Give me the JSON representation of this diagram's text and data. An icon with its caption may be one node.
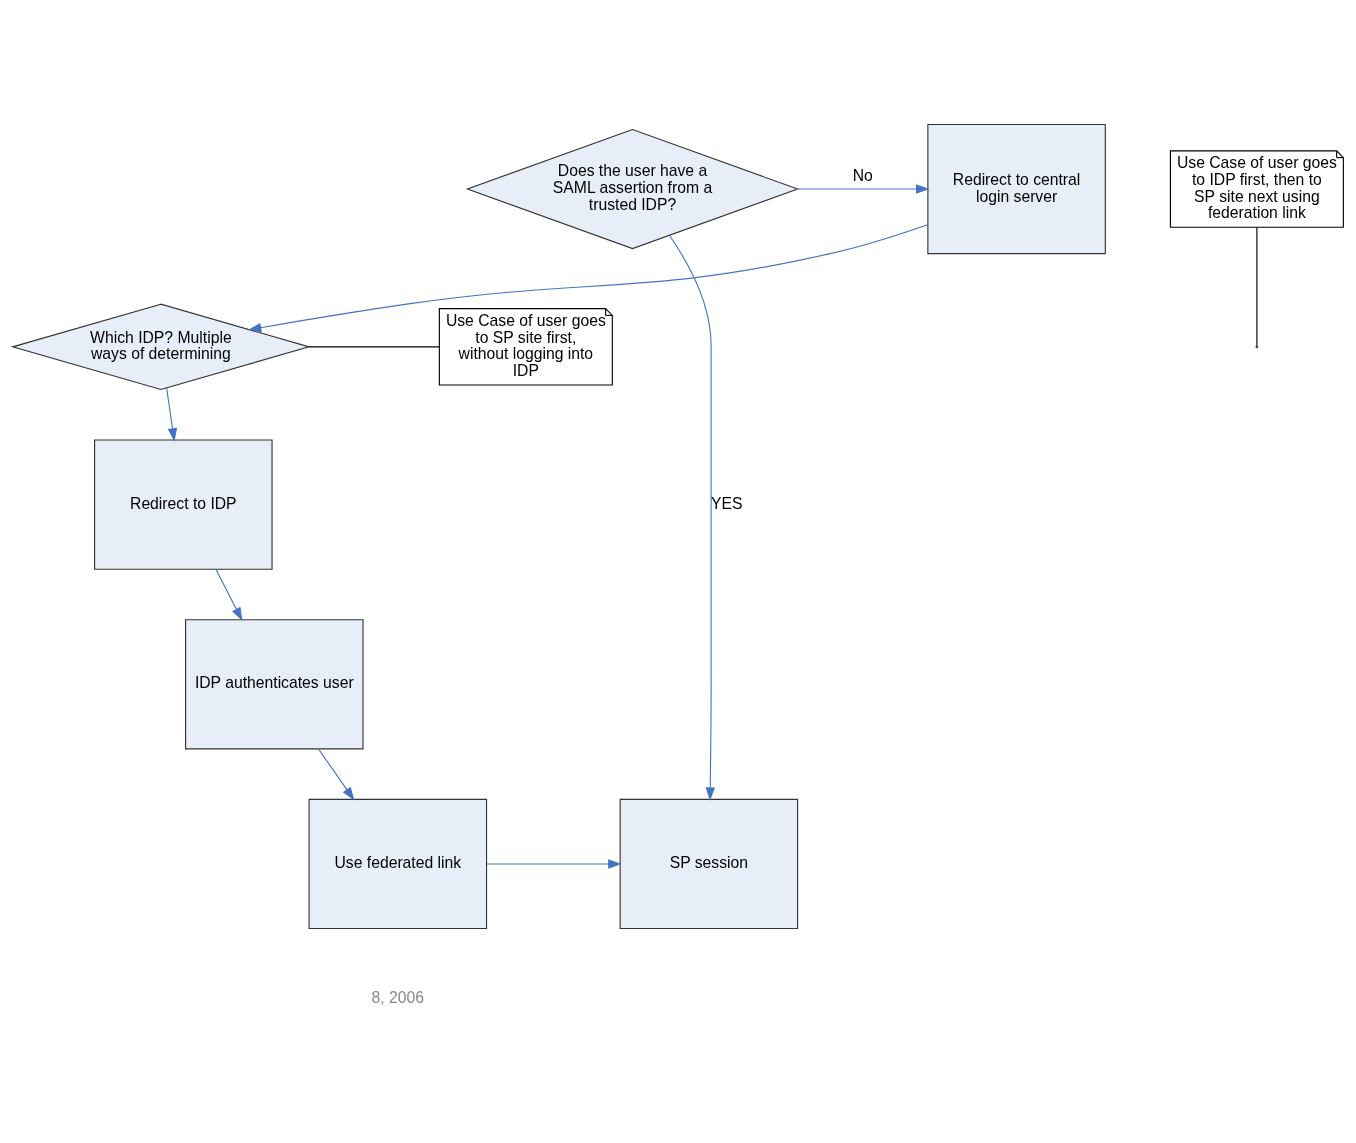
{
  "diagram": {
    "nodes": [
      {
        "text": [
          "Redirect to central login server"
        ]
      },
      {
        "text": [
          "Does the user have a SAML assertion from a trusted IDP?"
        ]
      },
      {
        "text": [
          "Use Case of user goes to IDP first, then to SP site next using federation link"
        ]
      },
      {
        "text": [
          "Which IDP? Multiple ways of determining"
        ]
      },
      {
        "text": [
          "Use Case of user goes to SP site first, without logging into IDP"
        ]
      },
      {
        "text": [
          "Redirect to IDP"
        ]
      },
      {
        "text": [
          "IDP authenticates user"
        ]
      },
      {
        "text": [
          "Use federated link"
        ]
      },
      {
        "text": [
          "SP session"
        ]
      }
    ],
    "edges": [
      {
        "from": 1,
        "to": 0,
        "arrow": "to",
        "label": "No"
      },
      {
        "from": 0,
        "to": 3,
        "arrow": "to"
      },
      {
        "from": 1,
        "to": 8,
        "arrow": "to",
        "label": "YES"
      },
      {
        "from": 3,
        "to": 5,
        "arrow": "to"
      },
      {
        "from": 5,
        "to": 6,
        "arrow": "to"
      },
      {
        "from": 6,
        "to": 7,
        "arrow": "to"
      },
      {
        "from": 7,
        "to": 8,
        "arrow": "to"
      },
      {
        "from": 4,
        "to": 3,
        "arrow": "none",
        "color": "#000000"
      },
      {
        "from": 2,
        "to": null,
        "arrow": "none",
        "color": "#000000"
      }
    ],
    "labels": [
      "8, 2006"
    ]
  }
}
